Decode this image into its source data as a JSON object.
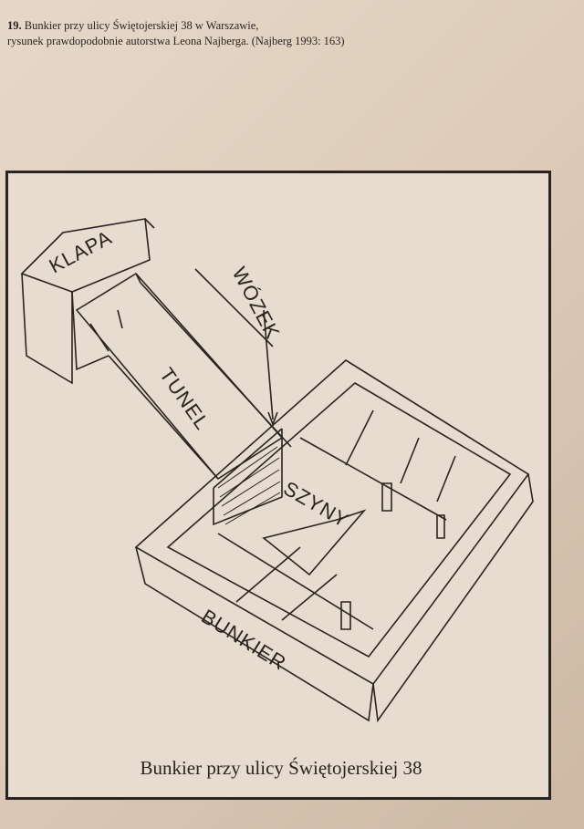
{
  "caption": {
    "number": "19.",
    "line1": "Bunkier przy ulicy Świętojerskiej 38 w Warszawie,",
    "line2": "rysunek prawdopodobnie autorstwa Leona Najberga. (Najberg 1993: 163)"
  },
  "drawing": {
    "labels": {
      "hatch": "KLAPA",
      "cart": "WÓZEK",
      "tunnel": "TUNEL",
      "rails": "SZYNY",
      "bunker": "BUNKIER"
    },
    "title": "Bunkier przy ulicy Świętojerskiej 38"
  }
}
